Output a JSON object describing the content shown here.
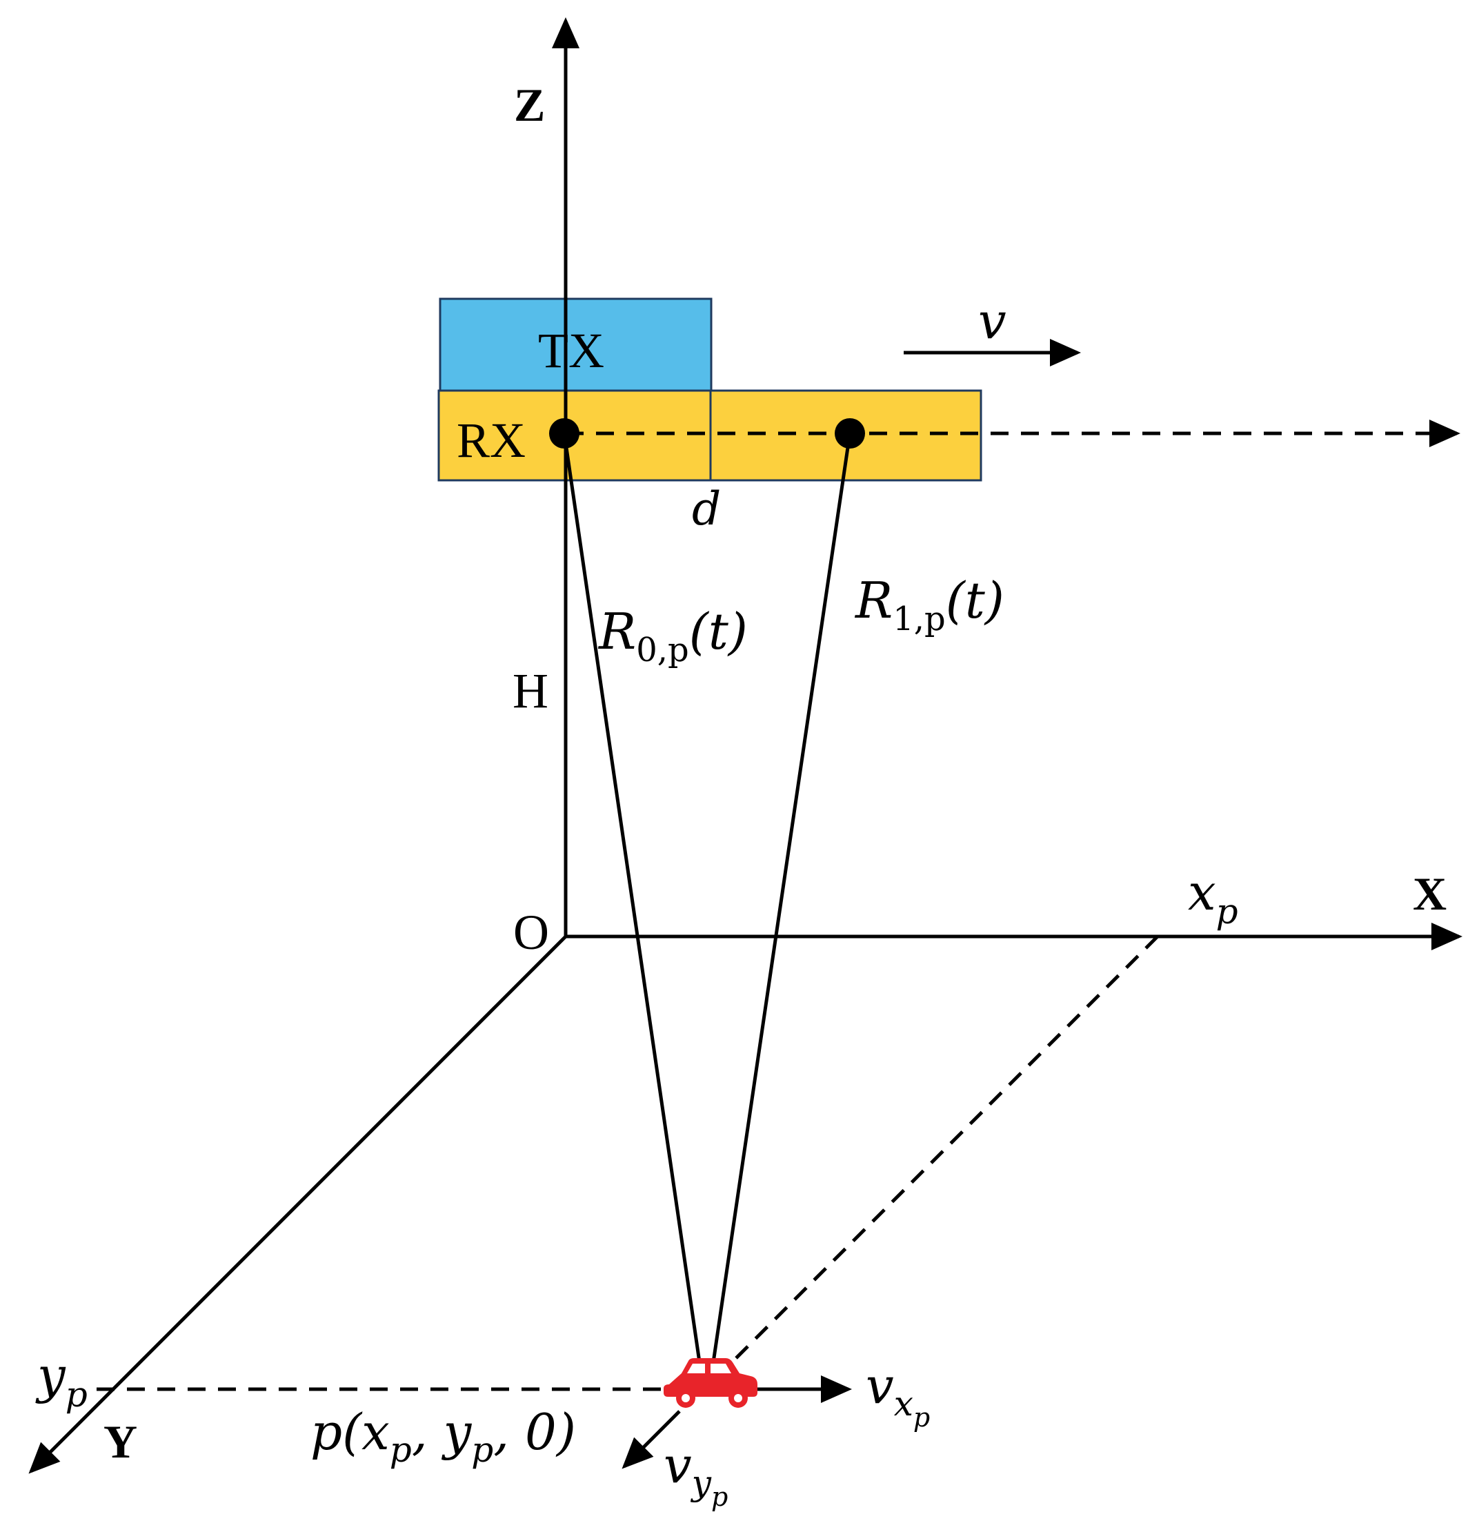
{
  "axes": {
    "z": "Z",
    "x": "X",
    "y": "Y",
    "origin": "O",
    "height": "H"
  },
  "boxes": {
    "tx": "TX",
    "rx": "RX"
  },
  "labels": {
    "velocity": "v",
    "spacing": "d",
    "r0": {
      "main": "R",
      "sub": "0,p",
      "arg": "(t)"
    },
    "r1": {
      "main": "R",
      "sub": "1,p",
      "arg": "(t)"
    },
    "xp": {
      "main": "x",
      "sub": "p"
    },
    "yp": {
      "main": "y",
      "sub": "p"
    },
    "point": {
      "pre": "p(x",
      "sub1": "p",
      "mid": ", y",
      "sub2": "p",
      "post": ", 0)"
    },
    "vxp": {
      "main": "v",
      "sub": "x",
      "subsub": "p"
    },
    "vyp": {
      "main": "v",
      "sub": "y",
      "subsub": "p"
    }
  },
  "colors": {
    "tx": "#56BDEA",
    "rx": "#FCD03E",
    "car": "#E8242A",
    "line": "#000000"
  },
  "icons": {
    "target": "car-icon"
  }
}
